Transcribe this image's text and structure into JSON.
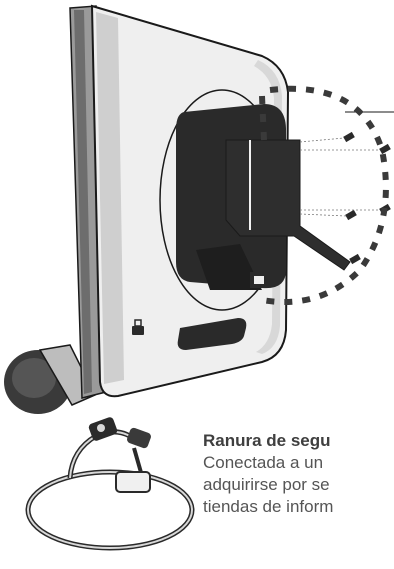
{
  "figure": {
    "subject": "monitor-rear-security-slot",
    "accessory": "security-cable-lock"
  },
  "caption": {
    "title": "Ranura de segu",
    "lines": [
      "Conectada a un",
      "adquirirse por se",
      "tiendas de inform"
    ]
  },
  "colors": {
    "body_light": "#efefef",
    "body_mid": "#cfcfcf",
    "body_dark": "#2a2a2a",
    "outline": "#1a1a1a",
    "dash": "#3a3a3a"
  }
}
